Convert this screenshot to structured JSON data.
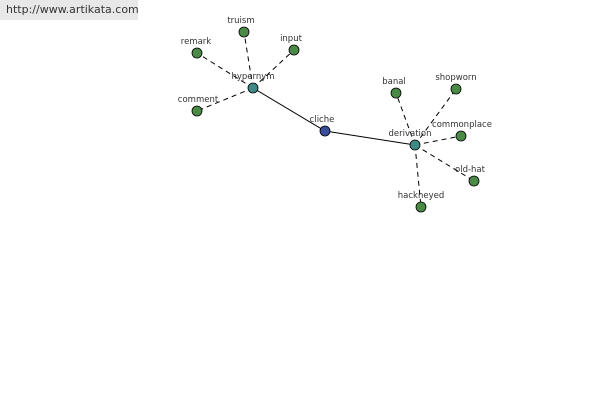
{
  "header": {
    "url": "http://www.artikata.com"
  },
  "colors": {
    "center": "#3a4e9a",
    "hub": "#3f8a84",
    "leaf": "#4b8a46",
    "url_bar": "#e8e8e8"
  },
  "graph": {
    "center": "cliche",
    "hubs": [
      {
        "id": "hypernym",
        "label": "hypernym",
        "leaves": [
          "truism",
          "input",
          "remark",
          "comment"
        ]
      },
      {
        "id": "derivation",
        "label": "derivation",
        "leaves": [
          "banal",
          "shopworn",
          "commonplace",
          "old-hat",
          "hackneyed"
        ]
      }
    ]
  }
}
